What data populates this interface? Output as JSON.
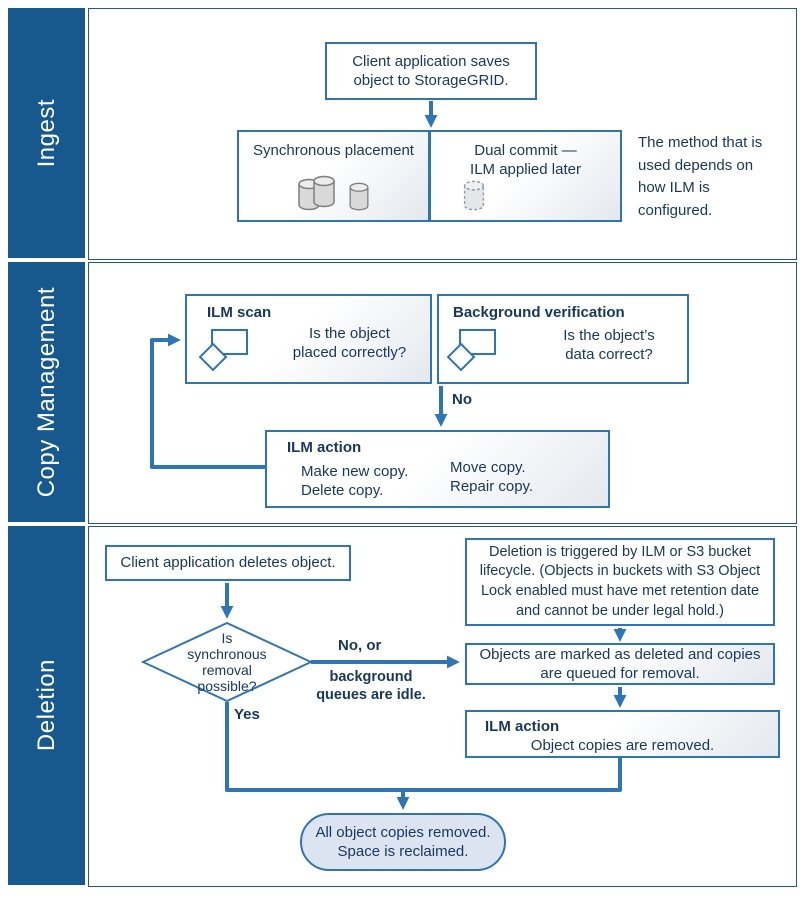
{
  "colors": {
    "band_blue": "#17598f",
    "accent_blue": "#2e75b6",
    "text_navy": "#17375e",
    "final_fill": "#dbe4f0"
  },
  "sidebar": {
    "ingest": "Ingest",
    "copy_management": "Copy Management",
    "deletion": "Deletion"
  },
  "ingest": {
    "client_saves": "Client application saves\nobject to StorageGRID.",
    "sync_placement": "Synchronous placement",
    "dual_commit": "Dual commit —\nILM applied later",
    "method_note": "The method that is\nused depends on\nhow ILM is\nconfigured."
  },
  "copy_management": {
    "ilm_scan_title": "ILM scan",
    "ilm_scan_question": "Is the object\nplaced correctly?",
    "bg_verification_title": "Background verification",
    "bg_verification_question": "Is the object’s\ndata correct?",
    "no_label": "No",
    "ilm_action_title": "ILM action",
    "ilm_action_col1": "Make new copy.\nDelete copy.",
    "ilm_action_col2": "Move copy.\nRepair copy.",
    "icons": {
      "scan": "flowchart-decision-icon",
      "verify": "flowchart-decision-icon"
    }
  },
  "deletion": {
    "client_deletes": "Client application deletes object.",
    "decision_question": "Is\nsynchronous\nremoval\npossible?",
    "trigger_note": "Deletion is triggered by ILM or S3 bucket\nlifecycle. (Objects in buckets with S3 Object\nLock enabled must have met retention date\nand cannot be under legal hold.)",
    "marked_deleted": "Objects are marked as deleted and copies\nare queued for removal.",
    "no_or_label": "No, or",
    "queues_label": "background\nqueues are idle.",
    "yes_label": "Yes",
    "ilm_action_title": "ILM action",
    "ilm_action_text": "Object copies are removed.",
    "final_state": "All object copies removed.\nSpace is reclaimed."
  },
  "icons": {
    "storage": "cylinder-icon",
    "storage_pending": "dashed-cylinder-icon",
    "decision": "flowchart-decision-icon"
  }
}
